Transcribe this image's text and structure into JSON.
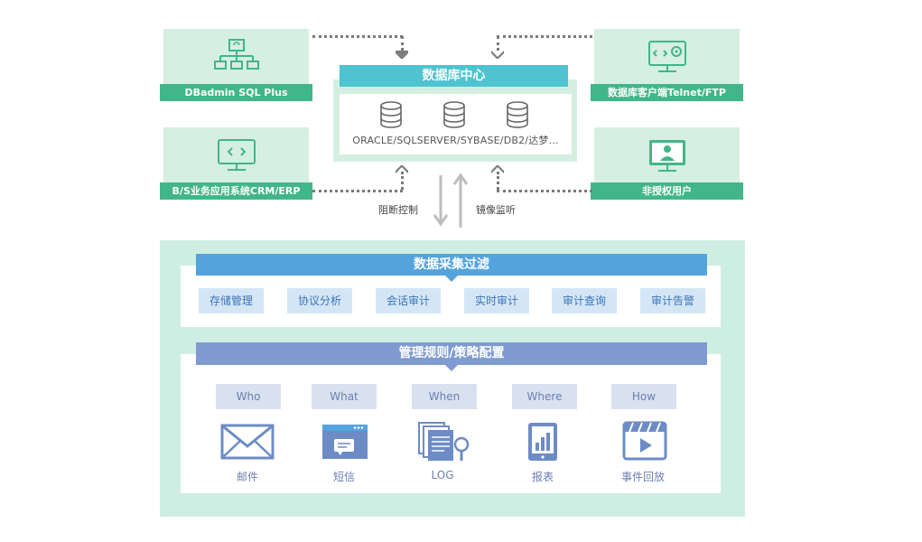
{
  "top_left": {
    "label": "DBadmin SQL Plus"
  },
  "top_right": {
    "label": "数据库客户端Telnet/FTP"
  },
  "bottom_left": {
    "label": "B/S业务应用系统CRM/ERP"
  },
  "bottom_right": {
    "label": "非授权用户"
  },
  "db_center": {
    "title": "数据库中心",
    "databases": "ORACLE/SQLSERVER/SYBASE/DB2/达梦..."
  },
  "arrows": {
    "block": "阻断控制",
    "mirror": "镜像监听"
  },
  "collection": {
    "title": "数据采集过滤",
    "items": [
      "存储管理",
      "协议分析",
      "会话审计",
      "实时审计",
      "审计查询",
      "审计告警"
    ]
  },
  "rules": {
    "title": "管理规则/策略配置",
    "items": [
      "Who",
      "What",
      "When",
      "Where",
      "How"
    ],
    "outputs": [
      "邮件",
      "短信",
      "LOG",
      "报表",
      "事件回放"
    ]
  },
  "colors": {
    "green": "#41b68a",
    "light_green": "#d5efe2",
    "teal": "#4dc4cf",
    "blue_bar": "#55a3dc",
    "purple_bar": "#7f9bd0",
    "icon_blue": "#6d8cc6"
  }
}
